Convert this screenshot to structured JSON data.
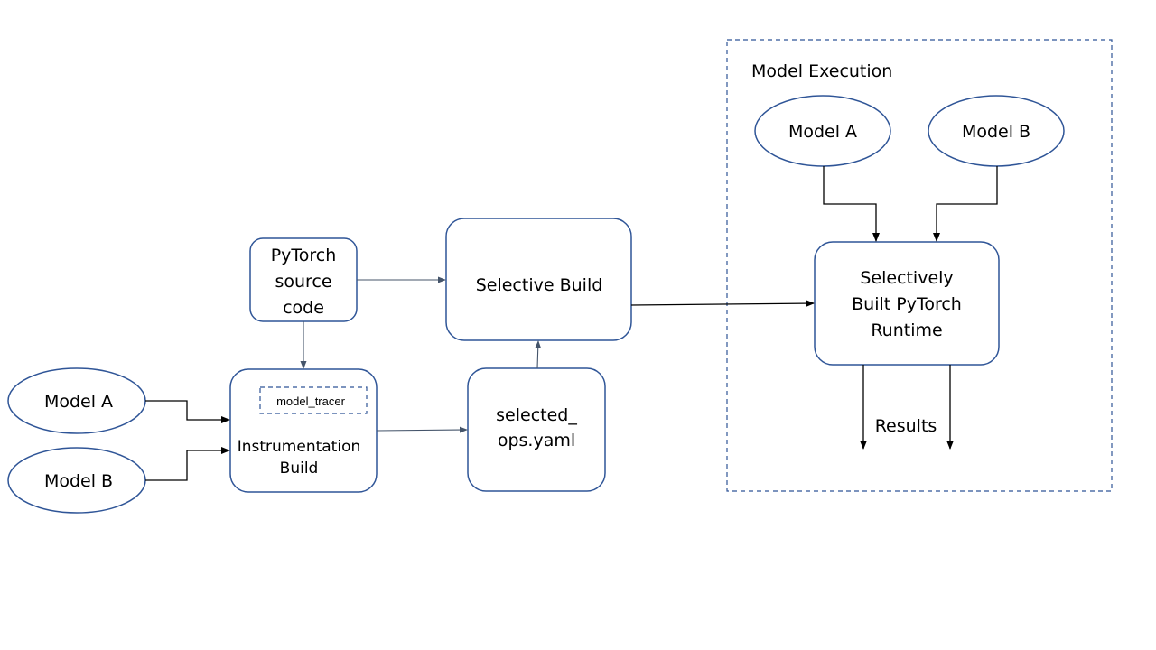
{
  "colors": {
    "node_stroke": "#2f5597",
    "arrow_dark": "#000000",
    "arrow_blue": "#44546a"
  },
  "left": {
    "model_a": "Model A",
    "model_b": "Model B",
    "pytorch_source": [
      "PyTorch",
      "source",
      "code"
    ],
    "instrumentation_build": [
      "Instrumentation",
      "Build"
    ],
    "model_tracer": "model_tracer",
    "selected_ops": [
      "selected_",
      "ops.yaml"
    ],
    "selective_build": "Selective Build"
  },
  "execution": {
    "title": "Model Execution",
    "model_a": "Model A",
    "model_b": "Model B",
    "runtime": [
      "Selectively",
      "Built PyTorch",
      "Runtime"
    ],
    "results": "Results"
  }
}
